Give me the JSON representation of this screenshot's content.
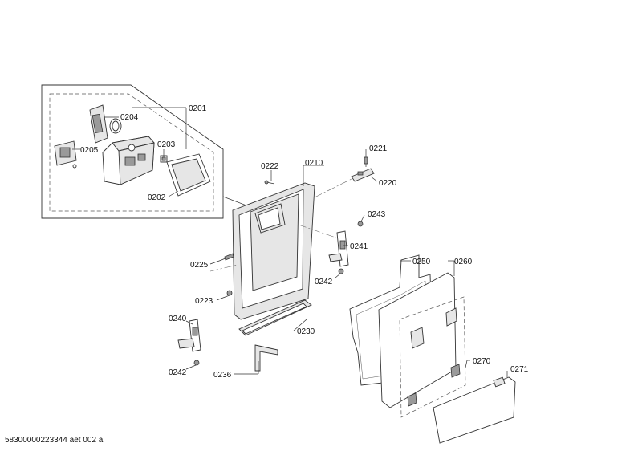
{
  "labels": {
    "p0201": "0201",
    "p0202": "0202",
    "p0203": "0203",
    "p0204": "0204",
    "p0205": "0205",
    "p0210": "0210",
    "p0220": "0220",
    "p0221": "0221",
    "p0222": "0222",
    "p0223": "0223",
    "p0225": "0225",
    "p0230": "0230",
    "p0236": "0236",
    "p0240": "0240",
    "p0241": "0241",
    "p0242a": "0242",
    "p0242b": "0242",
    "p0243": "0243",
    "p0250": "0250",
    "p0260": "0260",
    "p0270": "0270",
    "p0271": "0271"
  },
  "footer": {
    "code": "58300000223344 aet 002 a"
  }
}
